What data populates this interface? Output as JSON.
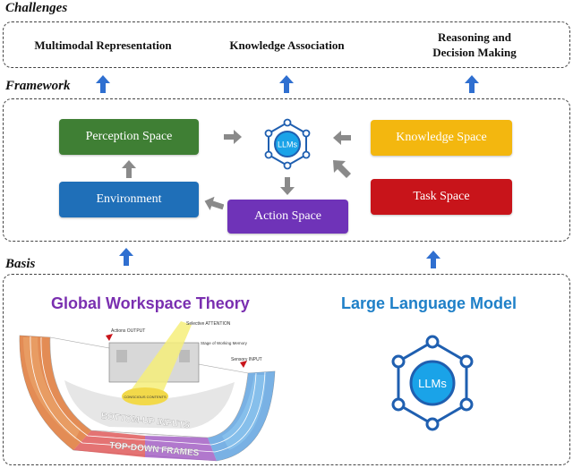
{
  "sections": {
    "challenges": "Challenges",
    "framework": "Framework",
    "basis": "Basis"
  },
  "challenges": {
    "multimodal": "Multimodal Representation",
    "knowledge_association": "Knowledge Association",
    "reasoning_line1": "Reasoning and",
    "reasoning_line2": "Decision Making"
  },
  "framework": {
    "perception": "Perception Space",
    "environment": "Environment",
    "action": "Action Space",
    "knowledge": "Knowledge Space",
    "task": "Task Space",
    "llm_hub": "LLMs"
  },
  "basis": {
    "gwt_title": "Global Workspace Theory",
    "llm_title": "Large Language Model",
    "llm_icon_label": "LLMs",
    "gwt_illustration": {
      "output": "Actions OUTPUT",
      "attention": "Selective ATTENTION",
      "working_memory": "Stage of Working Memory",
      "input": "Sensory INPUT",
      "contents": "CONSCIOUS CONTENTS",
      "bottom_up": "BOTTOM-UP INPUTS",
      "top_down": "TOP-DOWN FRAMES"
    }
  },
  "colors": {
    "perception": "#3f7f34",
    "environment": "#1f6fb8",
    "action": "#6f33b8",
    "knowledge": "#f3b70f",
    "task": "#c8141a",
    "arrow_blue": "#2f6fd0",
    "arrow_gray": "#8a8a8a",
    "gwt_title": "#7a2fb0",
    "llm_title": "#1f80c8",
    "llm_icon": "#1f5fb0"
  }
}
